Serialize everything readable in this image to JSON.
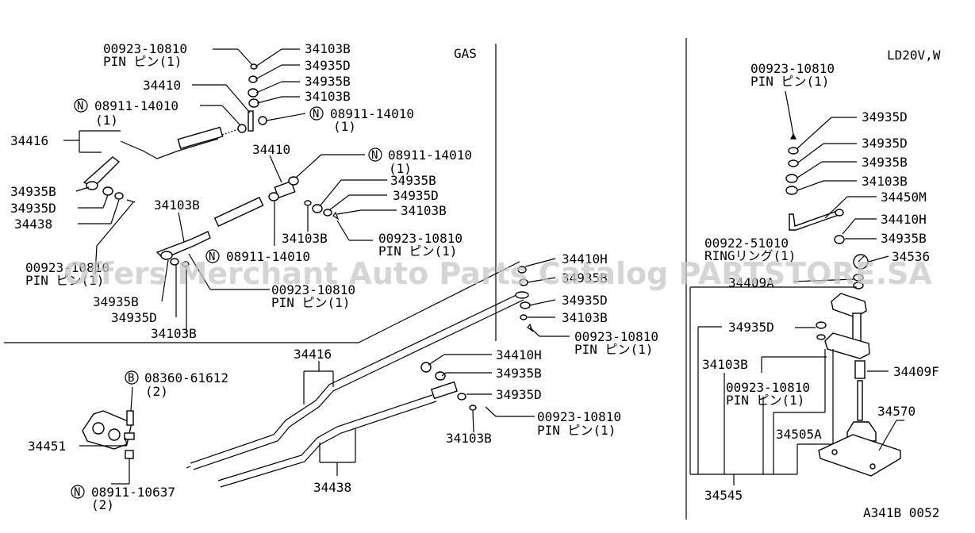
{
  "sections": {
    "gas": "GAS",
    "diesel": "LD20V,W"
  },
  "watermark": "Offers Merchant Auto Parts Catalog PARTSTORE.SA",
  "diagram_code": "A341B 0052",
  "gas": {
    "pin_a_num": "00923-10810",
    "pin_a_txt": "PIN ピン(1)",
    "p34103b_a": "34103B",
    "p34935d_a": "34935D",
    "p34935b_a": "34935B",
    "p34103b_b": "34103B",
    "p34410_a": "34410",
    "n_a_num": "08911-14010",
    "n_a_qty": "(1)",
    "n_b_num": "08911-14010",
    "n_b_qty": "(1)",
    "p34416": "34416",
    "p34410_b": "34410",
    "n_c_num": "08911-14010",
    "n_c_qty": "(1)",
    "p34935b_b": "34935B",
    "p34935d_b": "34935D",
    "p34103b_c": "34103B",
    "p34935b_l": "34935B",
    "p34935d_l": "34935D",
    "p34103b_l": "34103B",
    "p34438": "34438",
    "p34103b_d": "34103B",
    "pin_b_num": "00923-10810",
    "pin_b_txt": "PIN ピン(1)",
    "pin_c_num": "00923-10810",
    "pin_c_txt": "PIN ピン(1)",
    "n_d_num": "08911-14010",
    "p34935b_e": "34935B",
    "p34935d_e": "34935D",
    "p34103b_e": "34103B",
    "pin_d_num": "00923-10810",
    "pin_d_txt": "PIN ピン(1)"
  },
  "lower": {
    "p34410h_a": "34410H",
    "p34935b_a": "34935B",
    "p34935d_a": "34935D",
    "p34103b_a": "34103B",
    "pin_a_num": "00923-10810",
    "pin_a_txt": "PIN ピン(1)",
    "p34416": "34416",
    "p34410h_b": "34410H",
    "p34935b_b": "34935B",
    "p34935d_b": "34935D",
    "pin_b_num": "00923-10810",
    "pin_b_txt": "PIN ピン(1)",
    "p34103b_b": "34103B",
    "p34438": "34438",
    "b_num": "08360-61612",
    "b_qty": "(2)",
    "p34451": "34451",
    "n_num": "08911-10637",
    "n_qty": "(2)"
  },
  "diesel": {
    "pin_a_num": "00923-10810",
    "pin_a_txt": "PIN ピン(1)",
    "p34935d_a": "34935D",
    "p34935d_b": "34935D",
    "p34935b_a": "34935B",
    "p34103b_a": "34103B",
    "p34450m": "34450M",
    "p34410h": "34410H",
    "p34935b_b": "34935B",
    "ring_num": "00922-51010",
    "ring_txt": "RINGリング(1)",
    "p34536": "34536",
    "p34409a": "34409A",
    "p34935d_c": "34935D",
    "p34103b_b": "34103B",
    "p34409f": "34409F",
    "pin_b_num": "00923-10810",
    "pin_b_txt": "PIN ピン(1)",
    "p34570": "34570",
    "p34505a": "34505A",
    "p34545": "34545"
  }
}
